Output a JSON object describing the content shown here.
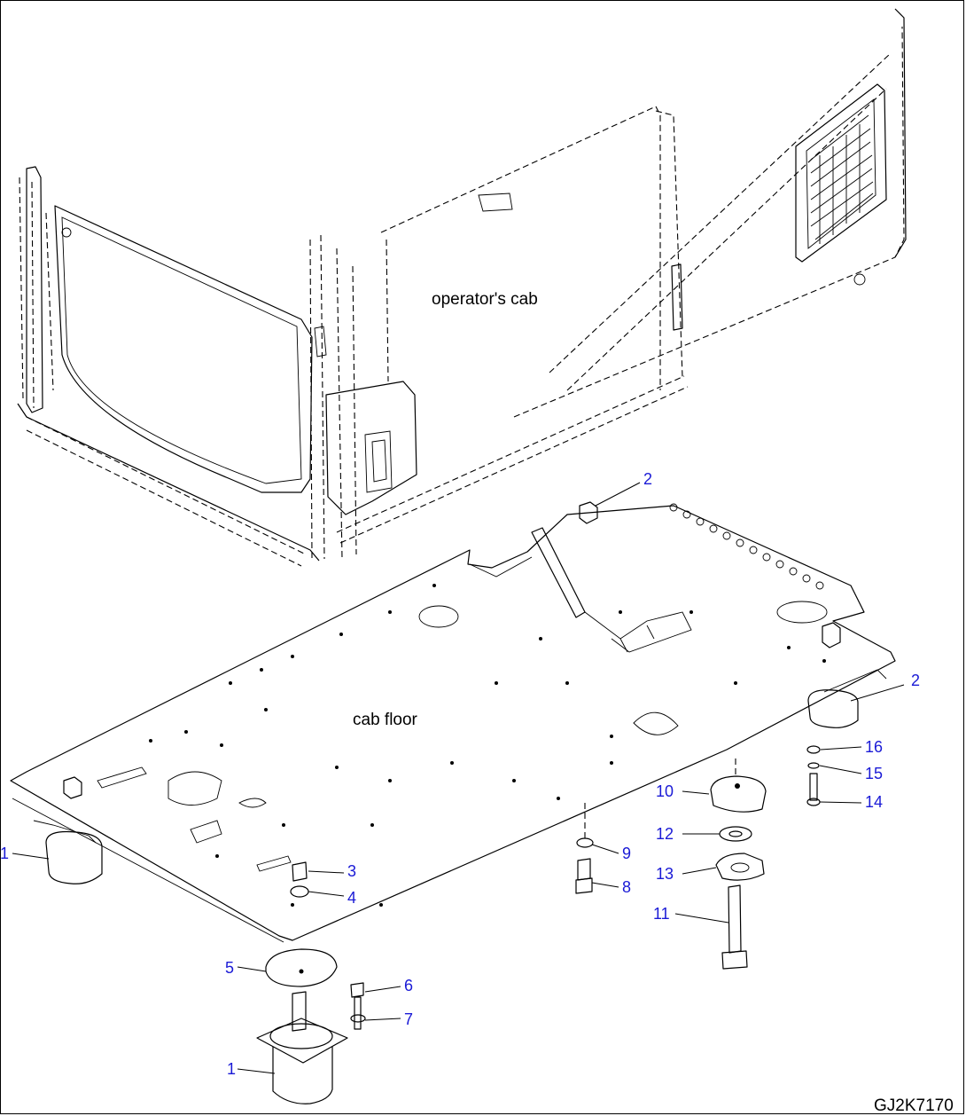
{
  "labels": {
    "cab": "operator's cab",
    "floor": "cab floor"
  },
  "drawing_code": "GJ2K7170",
  "callouts": [
    {
      "id": "c1a",
      "text": "1"
    },
    {
      "id": "c1b",
      "text": "1"
    },
    {
      "id": "c2a",
      "text": "2"
    },
    {
      "id": "c2b",
      "text": "2"
    },
    {
      "id": "c3",
      "text": "3"
    },
    {
      "id": "c4",
      "text": "4"
    },
    {
      "id": "c5",
      "text": "5"
    },
    {
      "id": "c6",
      "text": "6"
    },
    {
      "id": "c7",
      "text": "7"
    },
    {
      "id": "c8",
      "text": "8"
    },
    {
      "id": "c9",
      "text": "9"
    },
    {
      "id": "c10",
      "text": "10"
    },
    {
      "id": "c11",
      "text": "11"
    },
    {
      "id": "c12",
      "text": "12"
    },
    {
      "id": "c13",
      "text": "13"
    },
    {
      "id": "c14",
      "text": "14"
    },
    {
      "id": "c15",
      "text": "15"
    },
    {
      "id": "c16",
      "text": "16"
    }
  ],
  "colors": {
    "callout": "#1a1ad6",
    "line": "#000000"
  }
}
